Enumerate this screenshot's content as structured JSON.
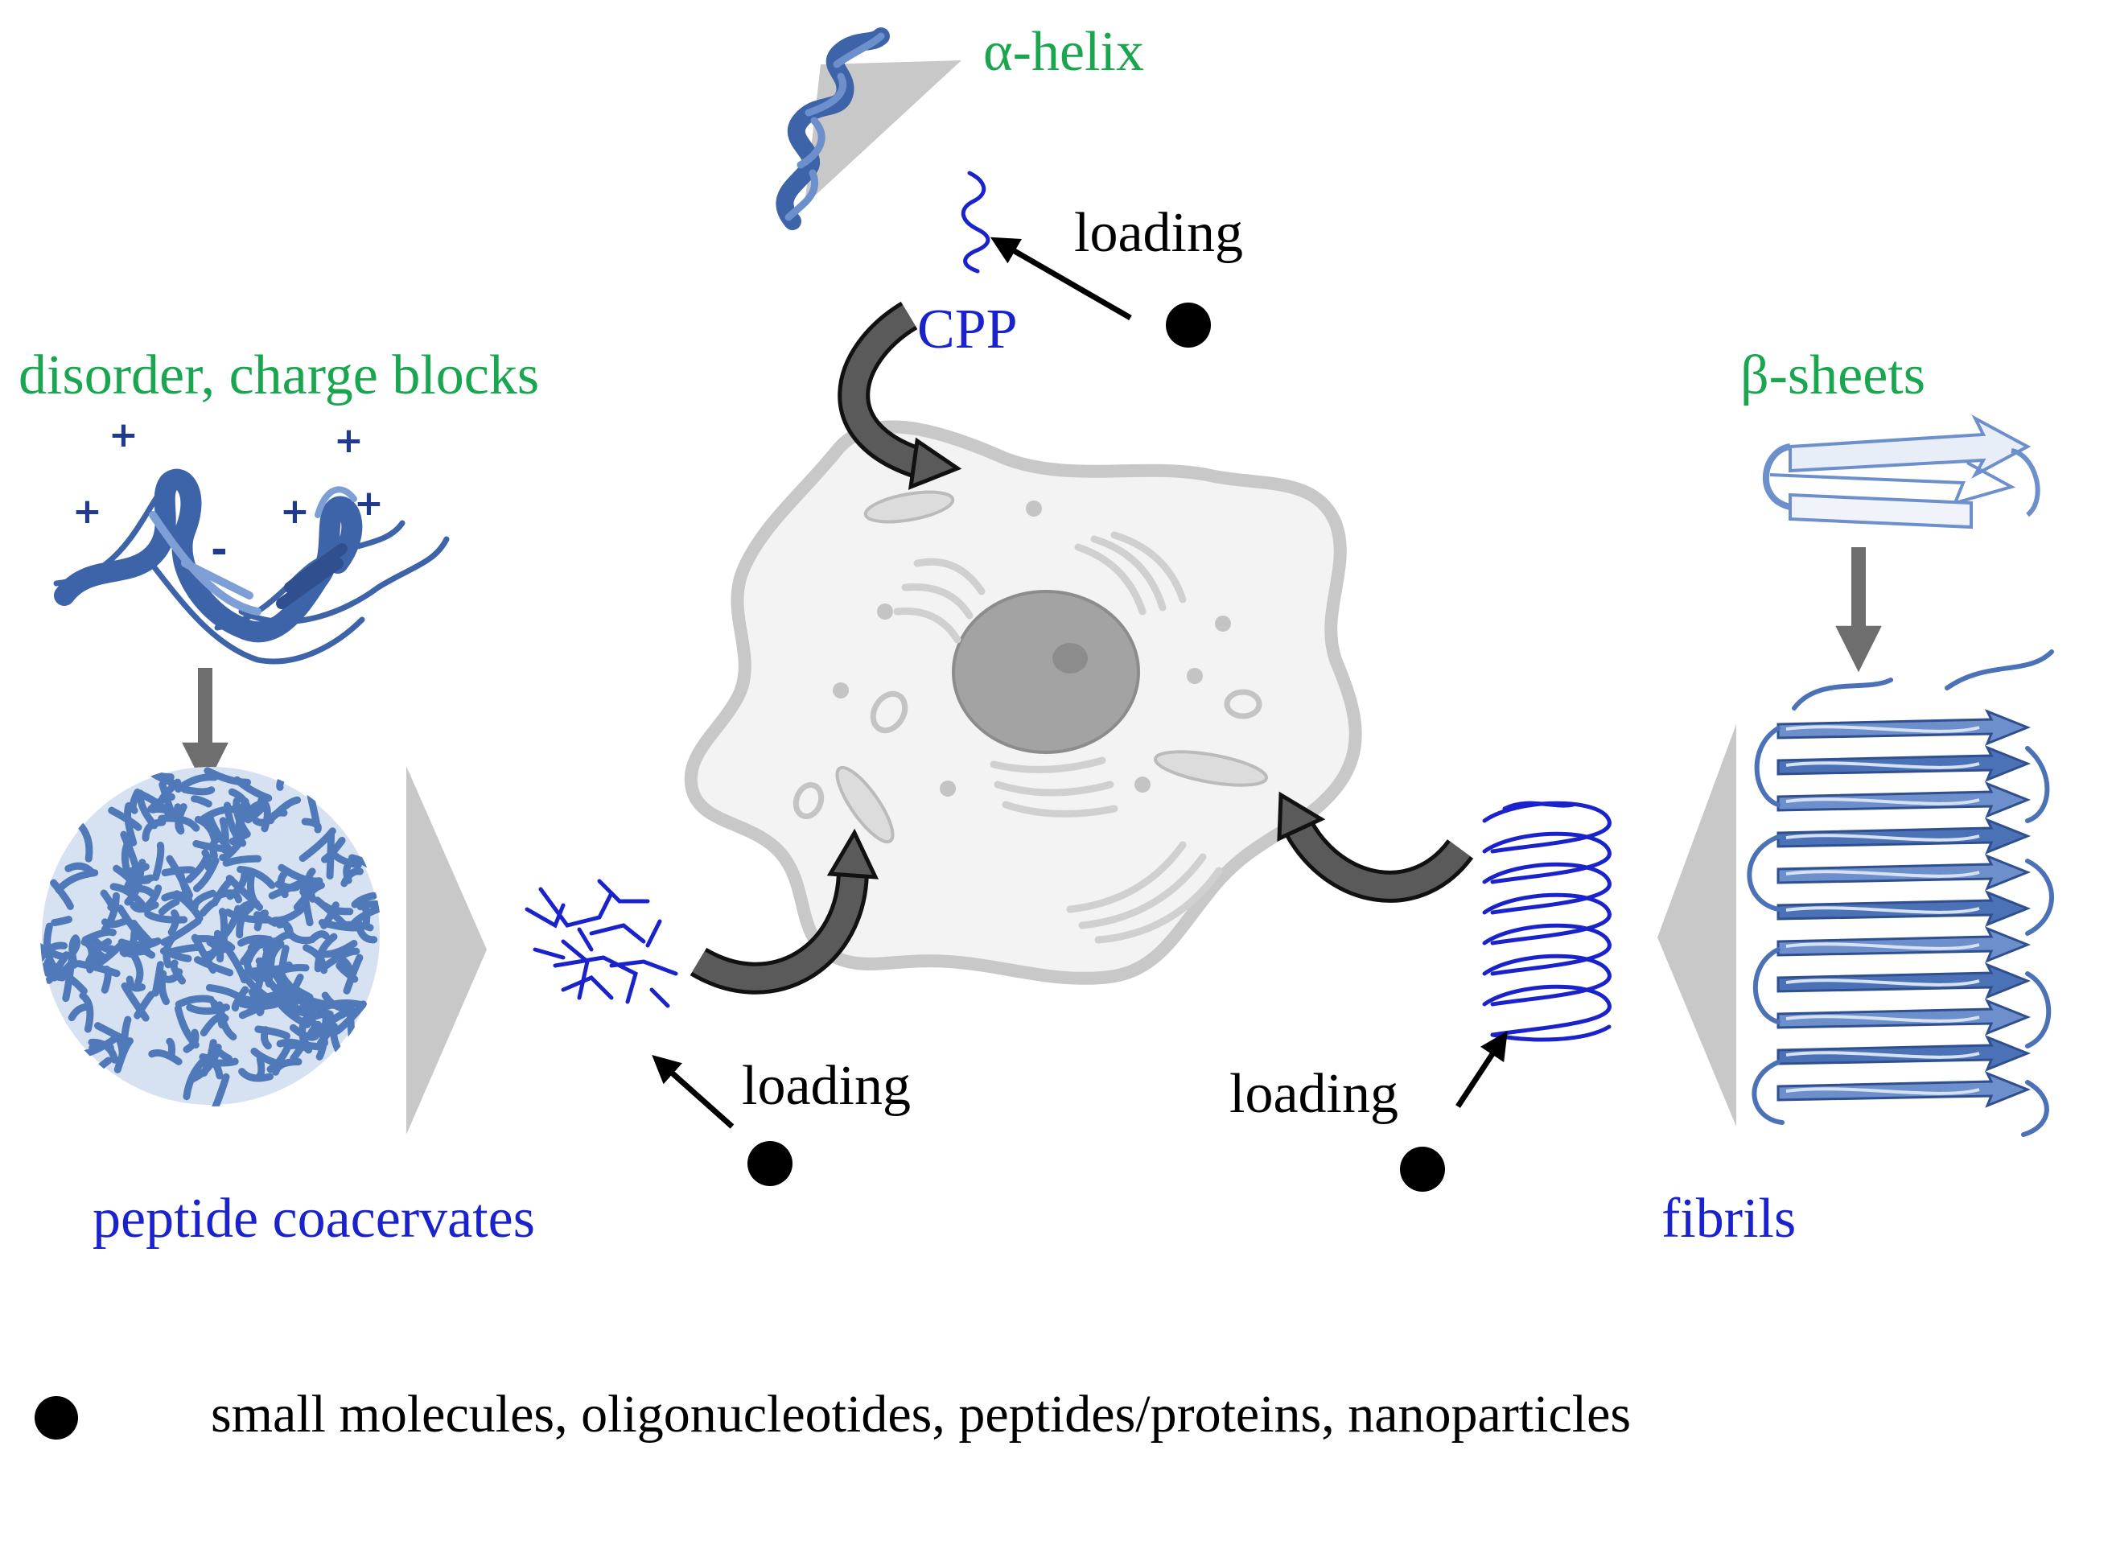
{
  "colors": {
    "structure_label": "#1aa64f",
    "carrier_label": "#1a22cc",
    "carrier_strand": "#1a22cc",
    "protein_ribbon": "#3d63a8",
    "process_arrow": "#6e6e6e",
    "cell_outline": "#c8c8c8",
    "nucleus": "#9a9a9a",
    "cargo": "#000000"
  },
  "labels": {
    "alpha_helix": "α-helix",
    "cpp": "CPP",
    "disorder": "disorder, charge blocks",
    "beta_sheets": "β-sheets",
    "coacervates": "peptide coacervates",
    "fibrils": "fibrils",
    "loading_top": "loading",
    "loading_left": "loading",
    "loading_right": "loading"
  },
  "charges": {
    "p1": "+",
    "p2": "+",
    "p3": "+",
    "p4": "+",
    "p5": "+",
    "n1": "-"
  },
  "legend": {
    "text": "small molecules, oligonucleotides, peptides/proteins, nanoparticles",
    "icon": "cargo-dot-icon"
  }
}
